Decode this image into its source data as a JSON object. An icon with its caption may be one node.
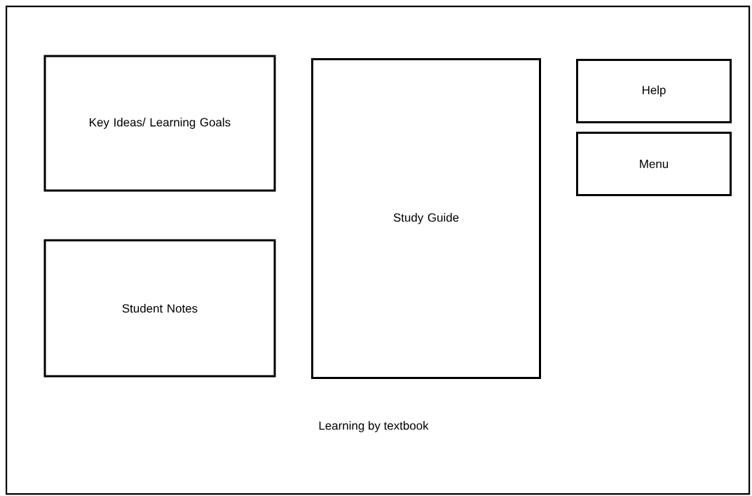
{
  "diagram": {
    "nodes": [
      {
        "text": [
          "Learning by textbook"
        ]
      },
      {
        "text": [
          "Key Ideas/ Learning Goals"
        ],
        "in": 0
      },
      {
        "text": [
          "Study Guide"
        ],
        "in": 0
      },
      {
        "text": [
          "Help"
        ],
        "in": 0
      },
      {
        "text": [
          "Menu"
        ],
        "in": 0
      },
      {
        "text": [
          "Student Notes"
        ],
        "in": 0
      }
    ]
  }
}
